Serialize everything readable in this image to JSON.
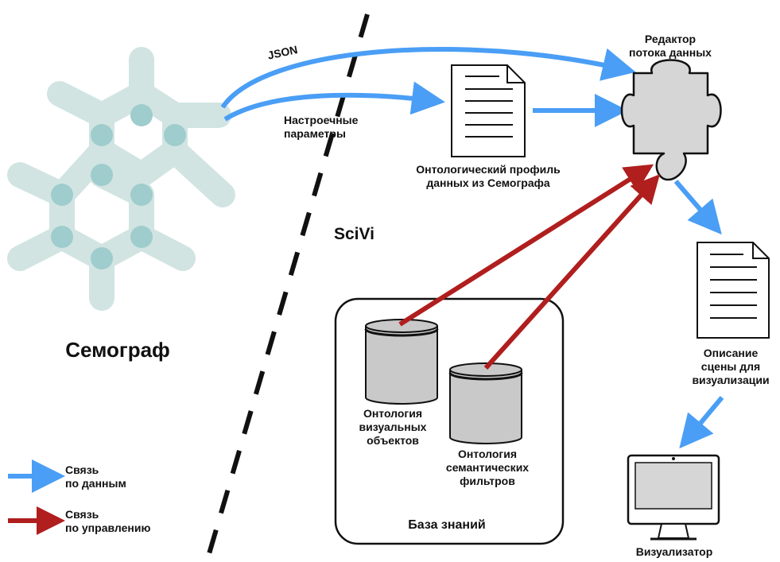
{
  "semograph_label": "Семограф",
  "scivi_label": "SciVi",
  "json_label": "JSON",
  "settings_label": "Настроечные\nпараметры",
  "ontology_profile_label": "Онтологический профиль\nданных из Семографа",
  "editor_label": "Редактор\nпотока данных",
  "scene_description_label": "Описание\nсцены для\nвизуализации",
  "visualizer_label": "Визуализатор",
  "knowledge_base": {
    "title": "База знаний",
    "visual_ontology_label": "Онтология\nвизуальных\nобъектов",
    "semantic_ontology_label": "Онтология\nсемантических\nфильтров"
  },
  "legend": {
    "data_link_label": "Связь\nпо данным",
    "control_link_label": "Связь\nпо управлению"
  },
  "colors": {
    "data_arrow": "#4a9ef5",
    "control_arrow": "#b01e1e",
    "molecule": "#cfe3e1",
    "molecule_node": "#9fcccc",
    "puzzle": "#d6d6d6",
    "cylinder": "#c9c9c9"
  }
}
